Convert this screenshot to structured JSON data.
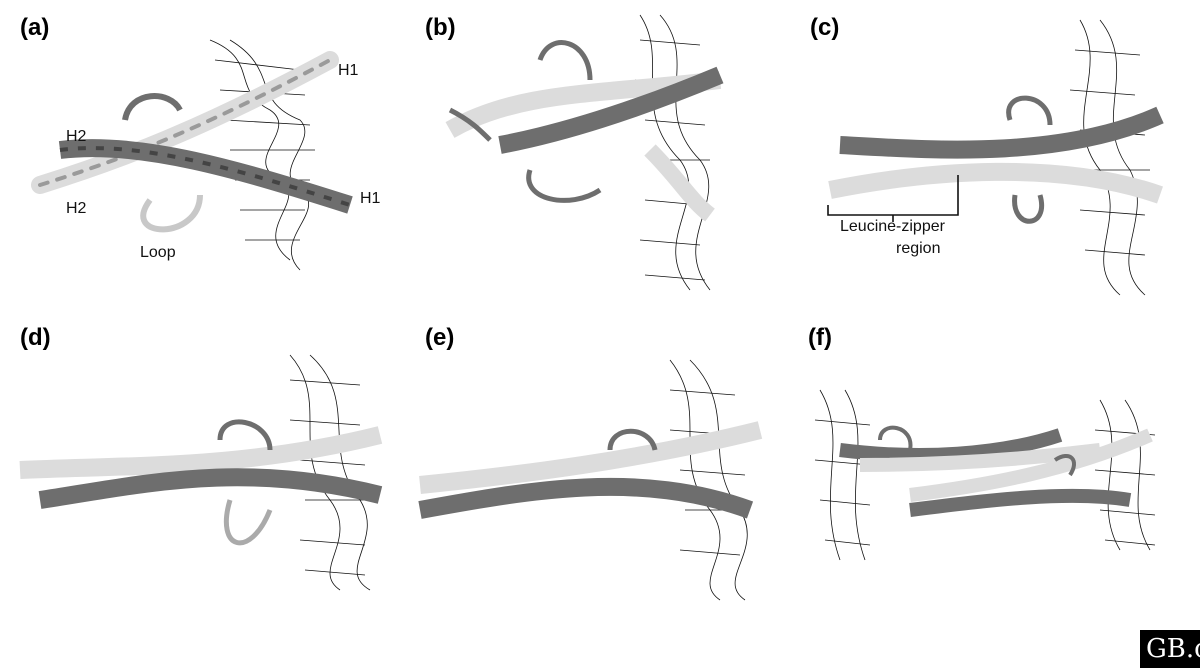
{
  "panels": [
    {
      "label": "(a)",
      "annotations": [
        "H1",
        "H2",
        "H2",
        "H1",
        "Loop"
      ]
    },
    {
      "label": "(b)",
      "annotations": []
    },
    {
      "label": "(c)",
      "annotations": [
        "Leucine-zipper",
        "region"
      ]
    },
    {
      "label": "(d)",
      "annotations": []
    },
    {
      "label": "(e)",
      "annotations": []
    },
    {
      "label": "(f)",
      "annotations": []
    }
  ],
  "watermark": "GB.c",
  "colors": {
    "dark_helix": "#6e6e6e",
    "light_helix": "#dcdcdc",
    "dna": "#111111"
  }
}
